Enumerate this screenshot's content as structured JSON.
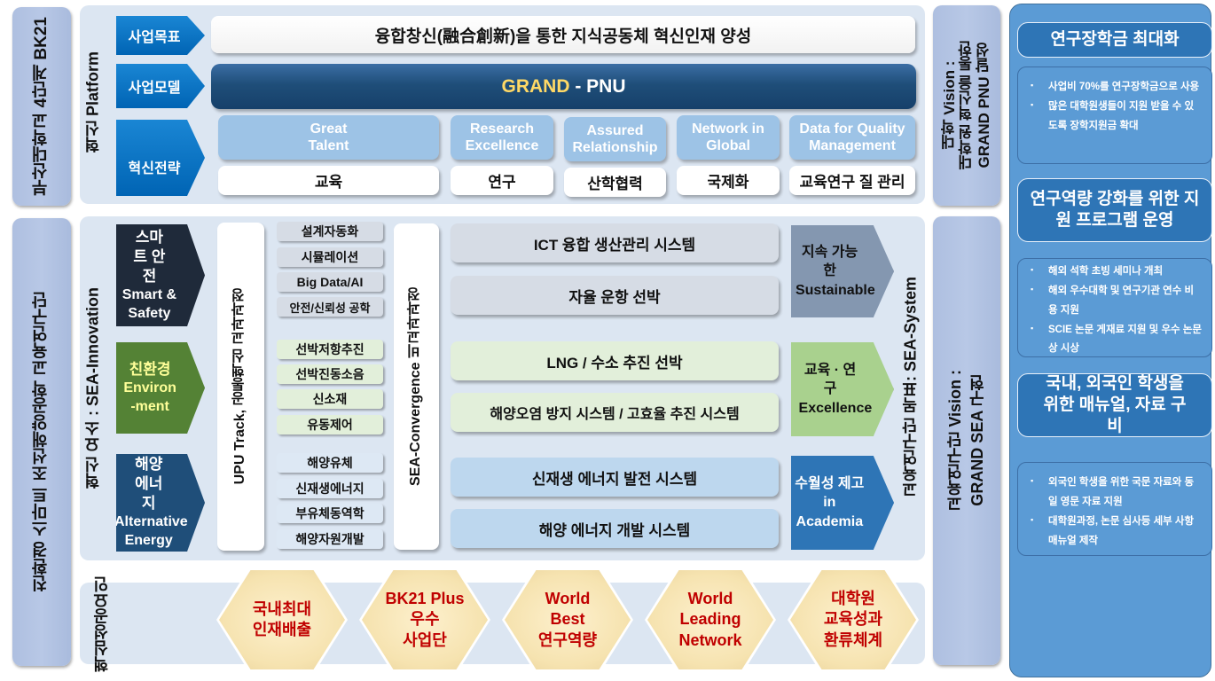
{
  "left_labels": {
    "top": "부산대학교 4단계 BK21",
    "bottom": "친환경 스마트 조선해양공학 교육연구단"
  },
  "platform": {
    "side_label": "혁신 Platform",
    "arrows": {
      "goal": "사업목표",
      "model": "사업모델",
      "strategy": "혁신전략"
    },
    "goal_text": "융합창신(融合創新)을 통한 지식공동체 혁신인재 양성",
    "model_text": {
      "grand": "GRAND",
      "sep": " - ",
      "pnu": "PNU"
    },
    "strategies": [
      {
        "en": "Great Talent",
        "ko": "교육"
      },
      {
        "en": "Research Excellence",
        "ko": "연구"
      },
      {
        "en": "Assured Relationship",
        "ko": "산학협력"
      },
      {
        "en": "Network in Global",
        "ko": "국제화"
      },
      {
        "en": "Data for Quality Management",
        "ko": "교육연구 질 관리"
      }
    ]
  },
  "univ_vision": {
    "line1": "대학 Vision :",
    "line2": "대학원 혁신을 통한",
    "line3": "GRAND PNU 달성"
  },
  "innovation": {
    "side_label": "혁신 요소 : SEA-Innovation",
    "elements": [
      {
        "ko": "스마트 안전",
        "en": "Smart & Safety",
        "color": "#1f2a3a"
      },
      {
        "ko": "친환경",
        "en": "Environ-ment",
        "color": "#548235"
      },
      {
        "ko": "해양 에너지",
        "en": "Alternative Energy",
        "color": "#1f4e79"
      }
    ],
    "upu_track": "UPU Track, 공통핵심 교과과정",
    "course_groups": [
      [
        "설계자동화",
        "시뮬레이션",
        "Big Data/AI",
        "안전/신뢰성 공학"
      ],
      [
        "선박저항추진",
        "선박진동소음",
        "신소재",
        "유동제어"
      ],
      [
        "해양유체",
        "신재생에너지",
        "부유체동역학",
        "해양자원개발"
      ]
    ],
    "convergence": "SEA-Convergence 비교과과정",
    "systems": [
      [
        "ICT 융합 생산관리 시스템",
        "자율 운항 선박"
      ],
      [
        "LNG / 수소 추진 선박",
        "해양오염 방지 시스템 / 고효율 추진 시스템"
      ],
      [
        "신재생 에너지 발전 시스템",
        "해양 에너지 개발 시스템"
      ]
    ],
    "goals": [
      {
        "ko": "지속 가능한",
        "en": "Sustainable",
        "color": "#8497b0"
      },
      {
        "ko": "교육 · 연구",
        "en": "Excellence",
        "color": "#a9d18e"
      },
      {
        "ko": "수월성 제고",
        "en": "in Academia",
        "color": "#2e75b6"
      }
    ],
    "system_goal_label": "교육연구단 목표: SEA-System"
  },
  "group_vision": {
    "line1": "교육연구단 Vision :",
    "line2": "GRAND SEA 구현"
  },
  "success": {
    "side_label_line1": "핵심",
    "side_label_line2": "성공요인",
    "factors": [
      "국내최대\n인재배출",
      "BK21 Plus\n우수\n사업단",
      "World\nBest\n연구역량",
      "World\nLeading\nNetwork",
      "대학원\n교육성과\n환류체계"
    ]
  },
  "right_panel": {
    "cards": [
      {
        "title": "연구장학금 최대화",
        "bullets": [
          "사업비 70%를 연구장학금으로 사용",
          "많은 대학원생들이 지원 받을 수 있도록 장학지원금 확대"
        ]
      },
      {
        "title": "연구역량 강화를 위한 지원 프로그램 운영",
        "bullets": [
          "해외 석학 초빙 세미나 개최",
          "해외 우수대학 및 연구기관 연수 비용 지원",
          "SCIE 논문 게재료 지원 및 우수 논문상 시상"
        ]
      },
      {
        "title": "국내, 외국인 학생을 위한 매뉴얼, 자료 구비",
        "bullets": [
          "외국인 학생을 위한 국문 자료와 동일 영문 자료 지원",
          "대학원과정, 논문 심사등 세부 사항 매뉴얼 제작"
        ]
      }
    ]
  },
  "colors": {
    "panel_bg": "#dce6f2",
    "arrow_blue": "#0070c0",
    "grand_bar": "#1f4e79",
    "grand_gold": "#ffd966",
    "hex_text": "#c00000",
    "right_panel": "#5b9bd5"
  }
}
